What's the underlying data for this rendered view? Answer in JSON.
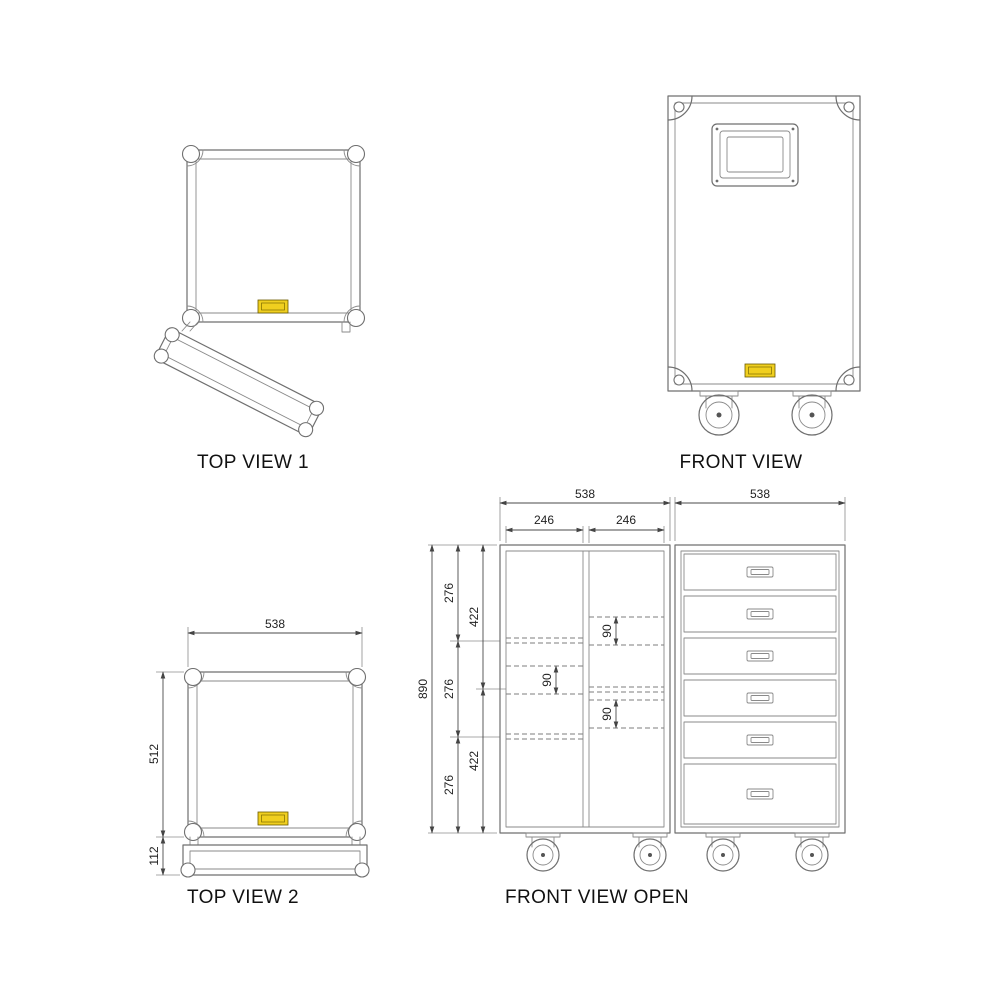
{
  "views": {
    "top_view_1": {
      "label": "TOP VIEW 1"
    },
    "front_view": {
      "label": "FRONT VIEW"
    },
    "top_view_2": {
      "label": "TOP VIEW 2",
      "dims": {
        "width": "538",
        "body_depth": "512",
        "lid_depth": "112"
      }
    },
    "front_view_open": {
      "label": "FRONT VIEW OPEN",
      "dims": {
        "left_case_width": "538",
        "right_case_width": "538",
        "left_column_width": "246",
        "right_column_width": "246",
        "total_height": "890",
        "section_top": "276",
        "section_middle": "276",
        "section_bottom": "276",
        "bay_upper": "422",
        "bay_lower": "422",
        "gap_right_upper": "90",
        "gap_left_middle": "90",
        "gap_right_lower": "90"
      }
    }
  },
  "colors": {
    "line": "#6f6f6f",
    "dimension": "#4a4a4a",
    "badge_yellow": "#f0cf1f",
    "background": "#ffffff"
  }
}
